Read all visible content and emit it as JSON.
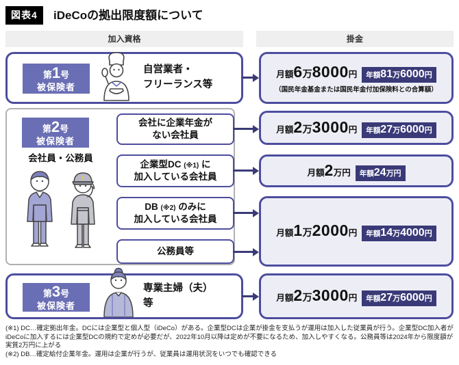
{
  "colors": {
    "accent_purple": "#6a6eb4",
    "navy": "#3a3a78",
    "border_purple": "#4c4d9e",
    "fee_box_fill": "#ededf6",
    "header_gray": "#efefef",
    "tag_black": "#000000"
  },
  "title": {
    "tag": "図表4",
    "text": "iDeCoの拠出限度額について"
  },
  "headers": {
    "eligibility": "加入資格",
    "contribution": "掛金"
  },
  "categories": {
    "cat1": {
      "badge_line1": [
        [
          "第",
          "bs"
        ],
        [
          "1",
          "bn"
        ],
        [
          "号",
          "bs"
        ]
      ],
      "badge_line2": "被保険者",
      "label_line1": "自営業者・",
      "label_line2": "フリーランス等",
      "illustration": "chef-self-employed-illustration"
    },
    "cat2": {
      "badge_line1": [
        [
          "第",
          "bs"
        ],
        [
          "2",
          "bn"
        ],
        [
          "号",
          "bs"
        ]
      ],
      "badge_line2": "被保険者",
      "group_label": "会社員・公務員",
      "illustration": "office-worker-and-police-officer-illustration",
      "boxes": [
        {
          "line1": [
            [
              "会社に企業年金が",
              "t"
            ]
          ],
          "line2": [
            [
              "ない会社員",
              "t"
            ]
          ]
        },
        {
          "line1": [
            [
              "企業型DC ",
              "t"
            ],
            [
              "(※1)",
              "sm"
            ],
            [
              " に",
              "t"
            ]
          ],
          "line2": [
            [
              "加入している会社員",
              "t"
            ]
          ]
        },
        {
          "line1": [
            [
              "DB ",
              "t"
            ],
            [
              "(※2)",
              "sm"
            ],
            [
              " のみに",
              "t"
            ]
          ],
          "line2": [
            [
              "加入している会社員",
              "t"
            ]
          ]
        },
        {
          "line1": [
            [
              "公務員等",
              "t"
            ]
          ]
        }
      ]
    },
    "cat3": {
      "badge_line1": [
        [
          "第",
          "bs"
        ],
        [
          "3",
          "bn"
        ],
        [
          "号",
          "bs"
        ]
      ],
      "badge_line2": "被保険者",
      "label_line1": "専業主婦（夫）",
      "label_line2": "等",
      "illustration": "housewife-illustration"
    }
  },
  "fees": [
    {
      "monthly": [
        [
          "月額",
          "fl"
        ],
        [
          "6",
          "fn"
        ],
        [
          "万",
          "fm"
        ],
        [
          "8000",
          "fn"
        ],
        [
          "円",
          "fl"
        ]
      ],
      "yearly": [
        [
          "年額",
          "yl"
        ],
        [
          "81",
          "yn"
        ],
        [
          "万",
          "ym"
        ],
        [
          "6000",
          "yn"
        ],
        [
          "円",
          "ym"
        ]
      ],
      "note": "（国民年金基金または国民年金付加保険料との合算額）"
    },
    {
      "monthly": [
        [
          "月額",
          "fl"
        ],
        [
          "2",
          "fn"
        ],
        [
          "万",
          "fm"
        ],
        [
          "3000",
          "fn"
        ],
        [
          "円",
          "fl"
        ]
      ],
      "yearly": [
        [
          "年額",
          "yl"
        ],
        [
          "27",
          "yn"
        ],
        [
          "万",
          "ym"
        ],
        [
          "6000",
          "yn"
        ],
        [
          "円",
          "ym"
        ]
      ]
    },
    {
      "monthly": [
        [
          "月額",
          "fl"
        ],
        [
          "2",
          "fn"
        ],
        [
          "万円",
          "fl"
        ]
      ],
      "yearly": [
        [
          "年額",
          "yl"
        ],
        [
          "24",
          "yn"
        ],
        [
          "万円",
          "ym"
        ]
      ]
    },
    {
      "monthly": [
        [
          "月額",
          "fl"
        ],
        [
          "1",
          "fn"
        ],
        [
          "万",
          "fm"
        ],
        [
          "2000",
          "fn"
        ],
        [
          "円",
          "fl"
        ]
      ],
      "yearly": [
        [
          "年額",
          "yl"
        ],
        [
          "14",
          "yn"
        ],
        [
          "万",
          "ym"
        ],
        [
          "4000",
          "yn"
        ],
        [
          "円",
          "ym"
        ]
      ]
    },
    {
      "monthly": [
        [
          "月額",
          "fl"
        ],
        [
          "2",
          "fn"
        ],
        [
          "万",
          "fm"
        ],
        [
          "3000",
          "fn"
        ],
        [
          "円",
          "fl"
        ]
      ],
      "yearly": [
        [
          "年額",
          "yl"
        ],
        [
          "27",
          "yn"
        ],
        [
          "万",
          "ym"
        ],
        [
          "6000",
          "yn"
        ],
        [
          "円",
          "ym"
        ]
      ]
    }
  ],
  "footnotes": [
    "(※1) DC…確定拠出年金。DCには企業型と個人型（iDeCo）がある。企業型DCは企業が掛金を支払うが運用は加入した従業員が行う。企業型DC加入者がiDeCoに加入するには企業型DCの規約で定めが必要だが、2022年10月以降は定めが不要になるため、加入しやすくなる。公務員等は2024年から限度額が実質2万円に上がる",
    "(※2) DB…確定給付企業年金。運用は企業が行うが、従業員は運用状況をいつでも確認できる"
  ]
}
